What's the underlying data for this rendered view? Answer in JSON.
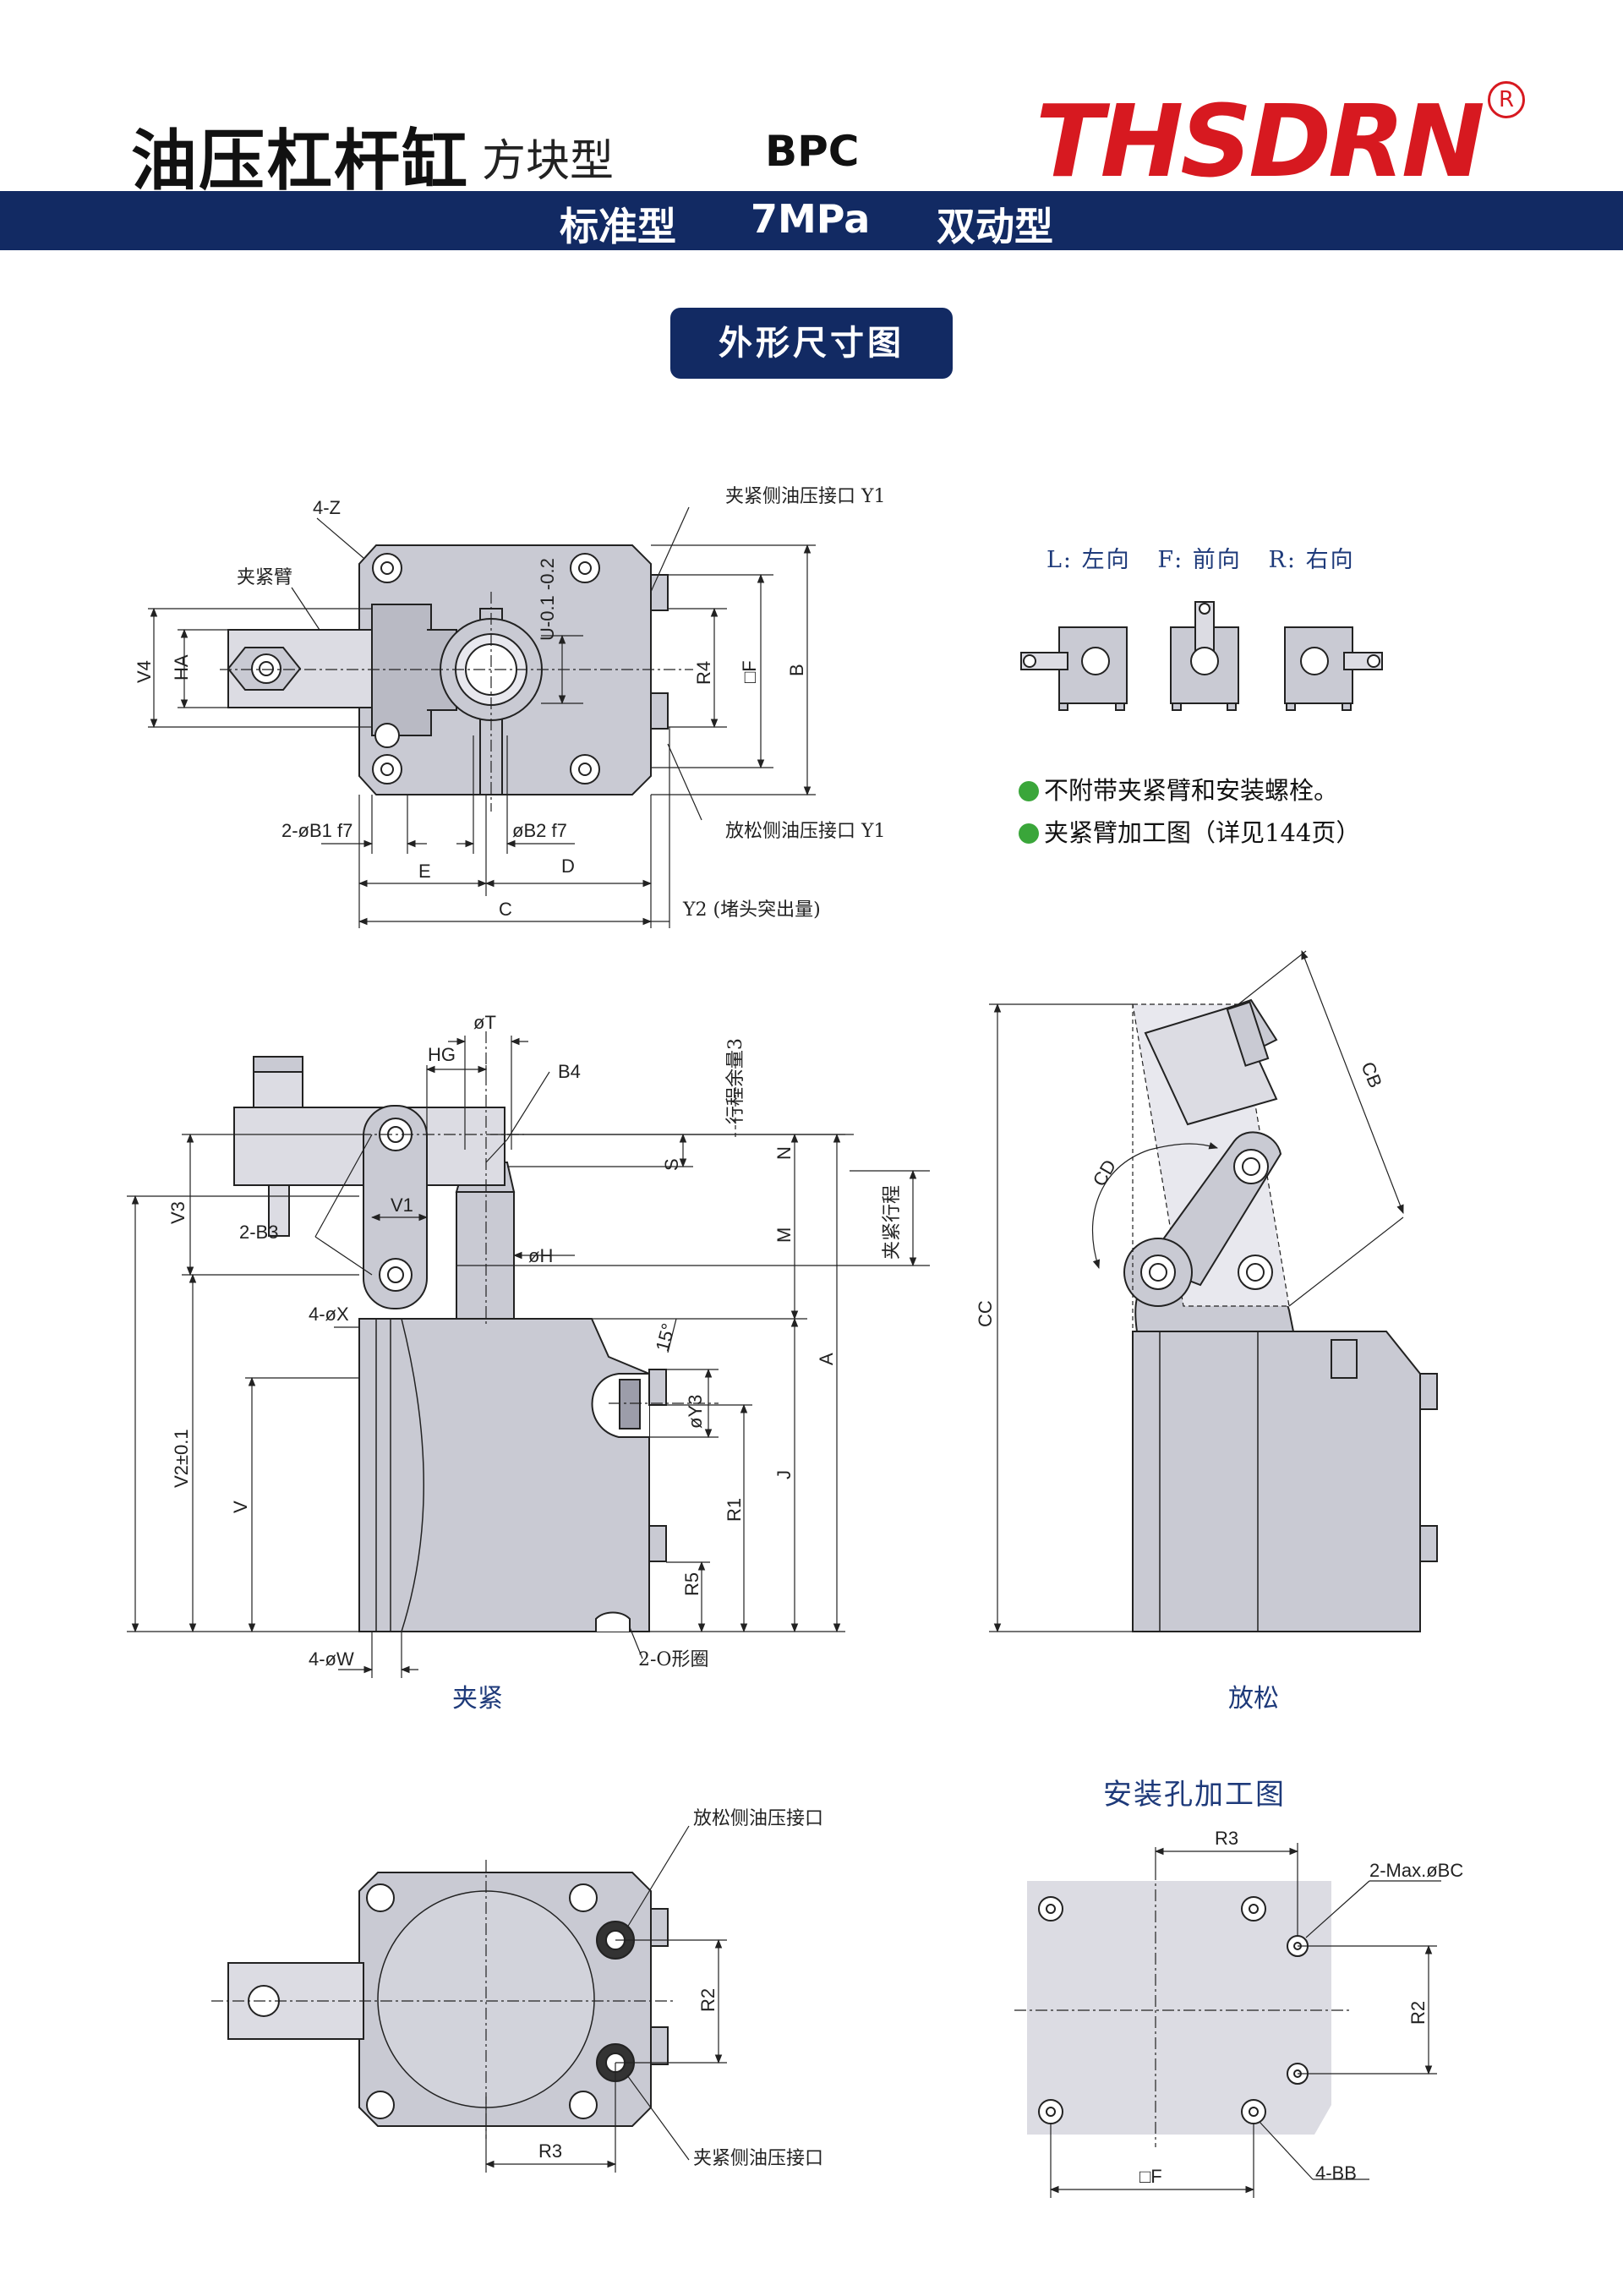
{
  "header": {
    "title": "油压杠杆缸",
    "subtitle": "方块型",
    "model": "BPC",
    "brand": "THSDRN",
    "reg_mark": "R"
  },
  "band": {
    "type": "标准型",
    "pressure": "7MPa",
    "action": "双动型"
  },
  "section_title": "外形尺寸图",
  "directions": "L: 左向   F: 前向   R: 右向",
  "notes": [
    "不附带夹紧臂和安装螺栓。",
    "夹紧臂加工图（详见144页）"
  ],
  "top_view_labels": {
    "four_z": "4-Z",
    "clamp_port": "夹紧侧油压接口 Y1",
    "clamp_arm": "夹紧臂",
    "v4": "V4",
    "ha": "HA",
    "u_tol": "U-0.1 -0.2",
    "r4": "R4",
    "sq_f": "□F",
    "b": "B",
    "b1": "2-øB1 f7",
    "b2": "øB2 f7",
    "release_port": "放松侧油压接口 Y1",
    "e": "E",
    "d": "D",
    "c": "C",
    "y2": "Y2 (堵头突出量)"
  },
  "side_view_labels": {
    "t": "øT",
    "hg": "HG",
    "b4": "B4",
    "stroke_margin": "行程余量3",
    "n": "N",
    "s": "S",
    "clamp_stroke": "夹紧行程",
    "v3": "V3",
    "b3": "2-B3",
    "v1": "V1",
    "m": "M",
    "h": "øH",
    "x": "4-øX",
    "deg": "15°",
    "y3": "øY3",
    "a": "A",
    "v2": "V2±0.1",
    "v": "V",
    "j": "J",
    "r1": "R1",
    "r5": "R5",
    "w": "4-øW",
    "o_ring": "2-O形圈",
    "cb": "CB",
    "cd": "CD",
    "cc": "CC"
  },
  "captions": {
    "clamp": "夹紧",
    "release": "放松",
    "mount_title": "安装孔加工图"
  },
  "bottom_labels": {
    "release_port": "放松侧油压接口",
    "clamp_port": "夹紧侧油压接口",
    "r2": "R2",
    "r3": "R3",
    "bc": "2-Max.øBC",
    "bb": "4-BB",
    "sq_f": "□F"
  },
  "colors": {
    "navy": "#122a63",
    "brand_red": "#d71920",
    "body_gray": "#c9cad3",
    "note_green": "#3aa63a"
  }
}
